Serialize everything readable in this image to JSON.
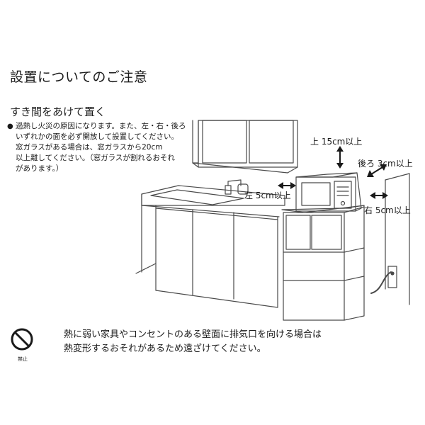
{
  "title": "設置についてのご注意",
  "subtitle": "すき間をあけて置く",
  "note": {
    "bullet": "●",
    "lines": [
      "過熱し火災の原因になります。また、左・右・後ろ",
      "いずれかの面を必ず開放して設置してください。",
      "窓ガラスがある場合は、窓ガラスから20cm",
      "以上離してください。（窓ガラスが割れるおそれ",
      "があります。）"
    ]
  },
  "clearances": {
    "top": "上 15cm以上",
    "back": "後ろ 3cm以上",
    "left": "左 5cm以上",
    "right": "右 5cm以上"
  },
  "prohibit": {
    "label": "禁止"
  },
  "warning": {
    "lines": [
      "熱に弱い家具やコンセントのある壁面に排気口を向ける場合は",
      "熱変形するおそれがあるため遠ざけてください。"
    ]
  },
  "colors": {
    "ink": "#1a1a1a",
    "line": "#4a4a4a"
  }
}
